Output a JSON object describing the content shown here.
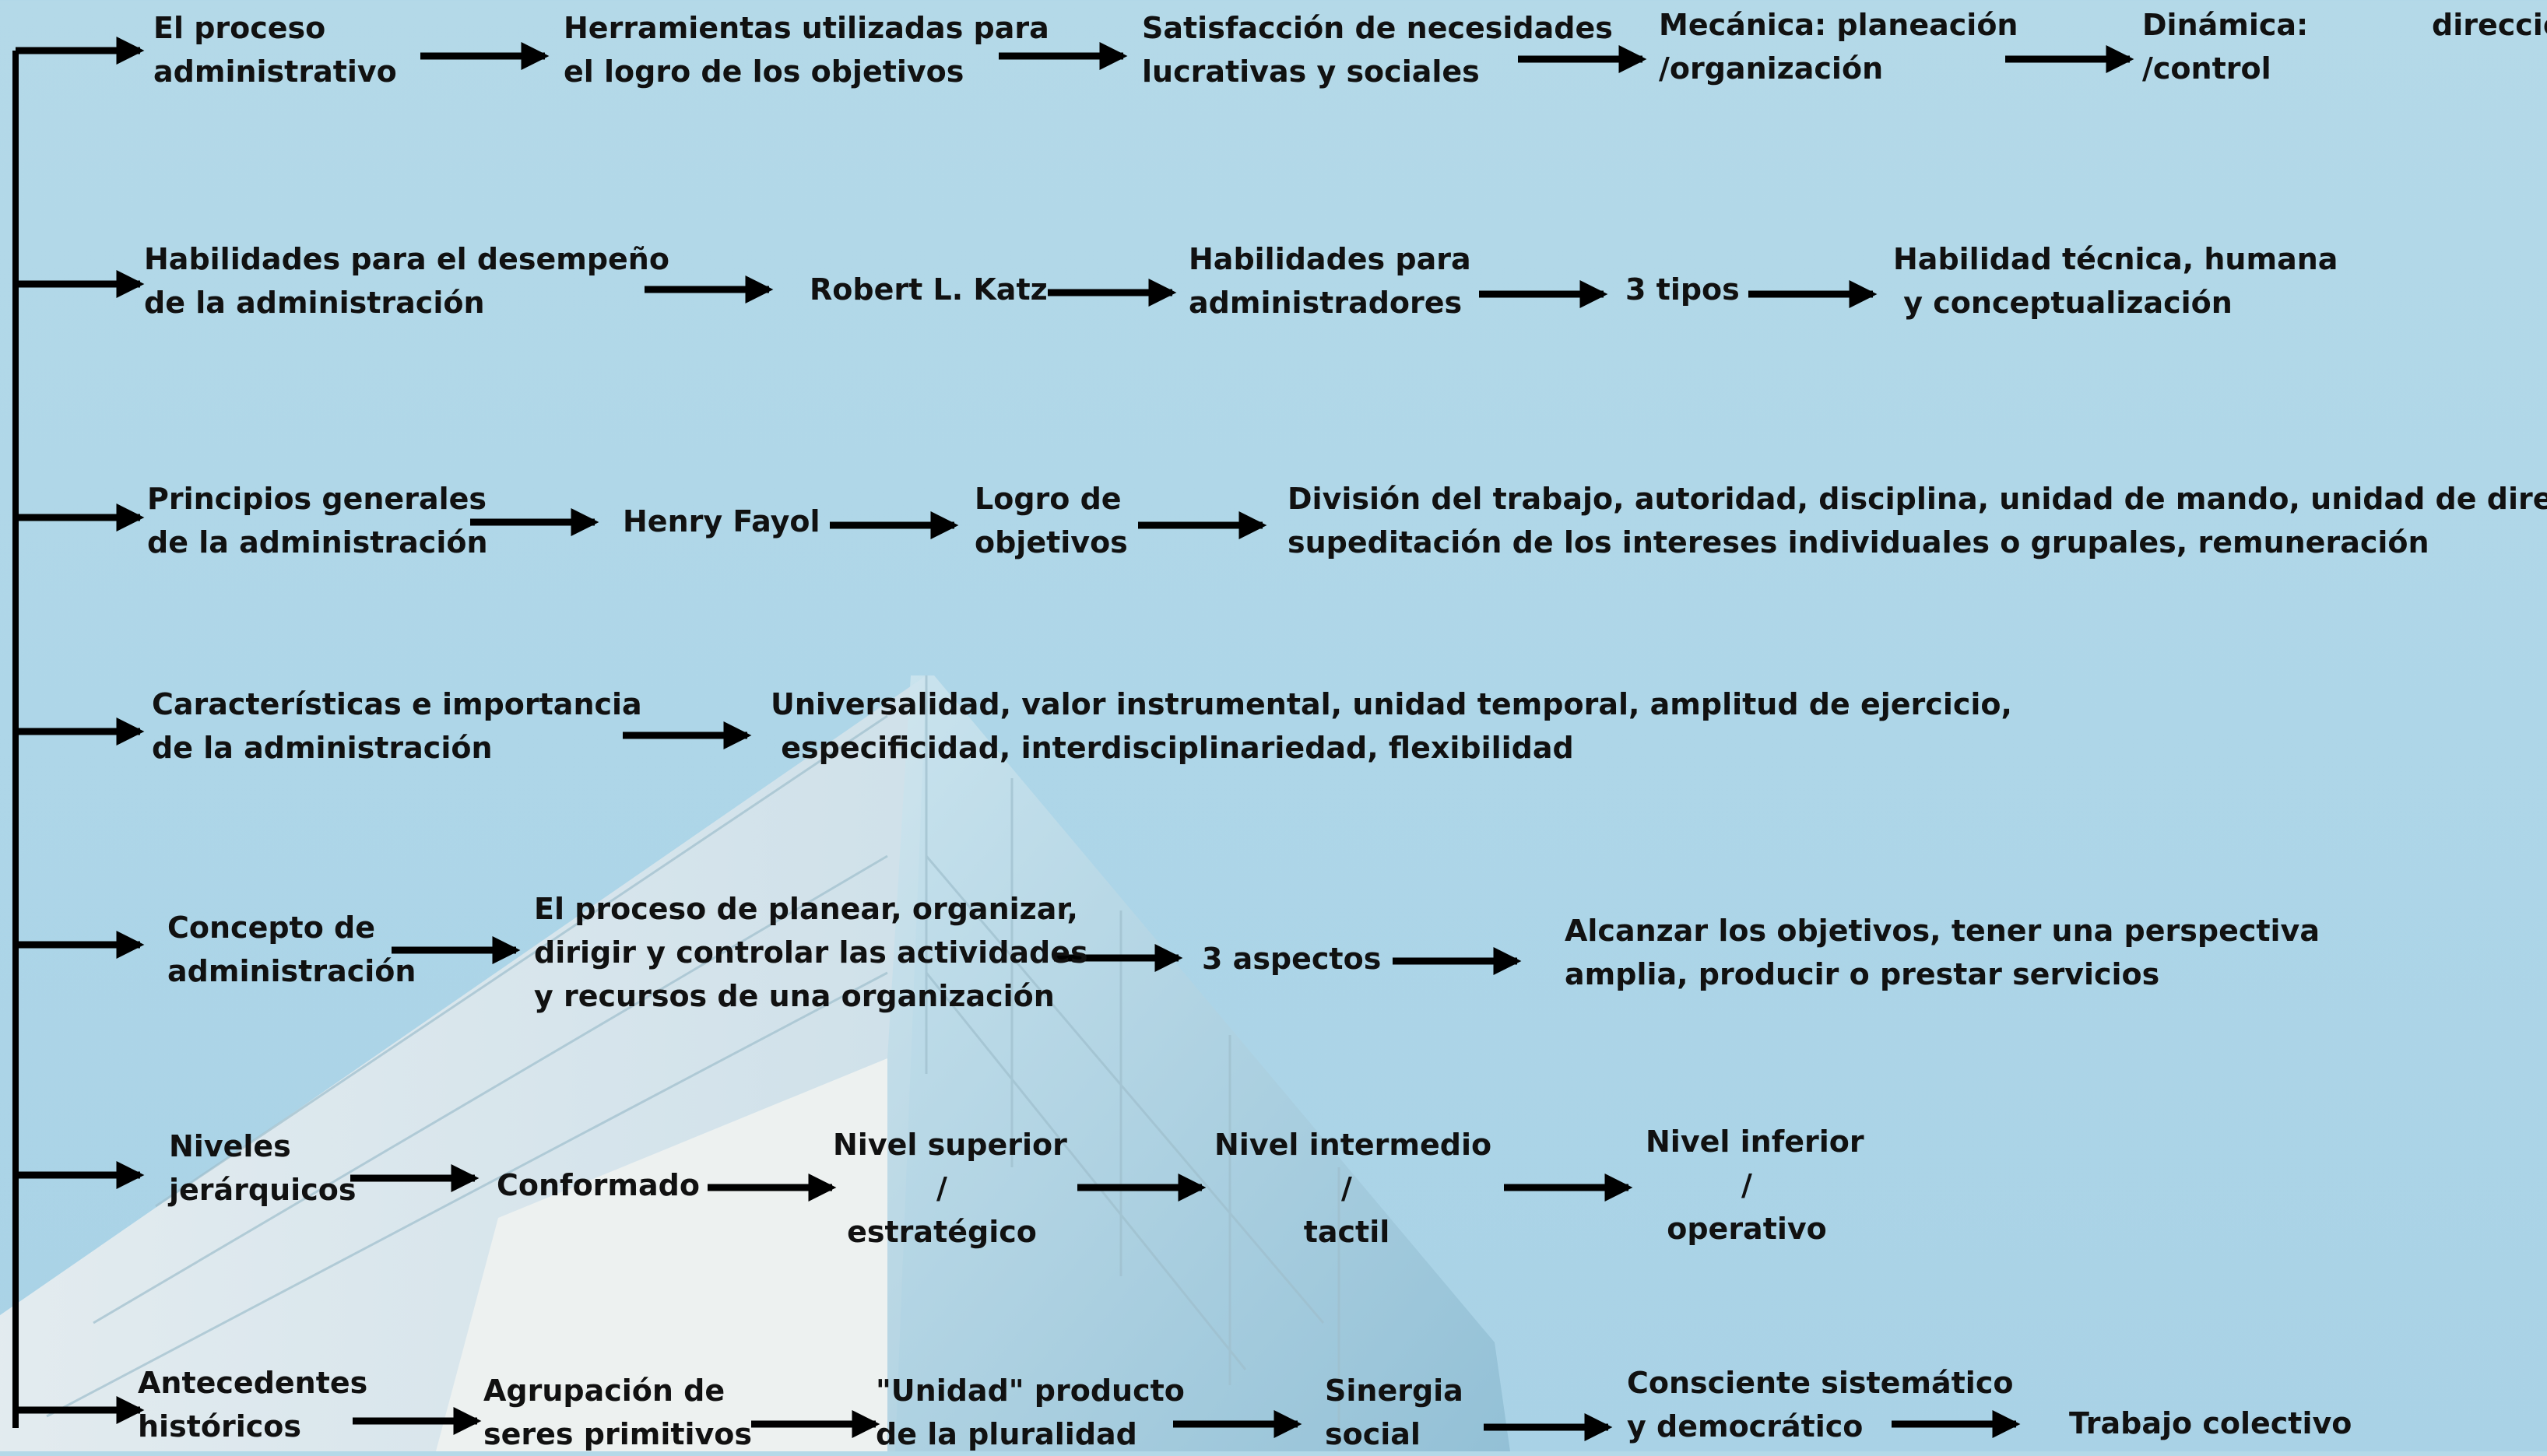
{
  "colors": {
    "sky_top": "#b4d9e8",
    "sky_bottom": "#a9d2e6",
    "arrow": "#000000",
    "text": "#111111"
  },
  "rows": [
    {
      "id": "proceso",
      "nodes": [
        {
          "lines": [
            "El proceso",
            "administrativo"
          ]
        },
        {
          "lines": [
            "Herramientas utilizadas para",
            "el logro de los objetivos"
          ]
        },
        {
          "lines": [
            "Satisfacción de necesidades",
            "lucrativas y sociales"
          ]
        },
        {
          "lines": [
            "Mecánica: planeación",
            "/organización"
          ]
        },
        {
          "lines": [
            "Dinámica:            dirección",
            "/control"
          ]
        }
      ]
    },
    {
      "id": "habilidades",
      "nodes": [
        {
          "lines": [
            "Habilidades para el desempeño",
            "de la administración"
          ]
        },
        {
          "lines": [
            "Robert L. Katz"
          ]
        },
        {
          "lines": [
            "Habilidades para",
            "administradores"
          ]
        },
        {
          "lines": [
            "3 tipos"
          ]
        },
        {
          "lines": [
            "Habilidad técnica, humana",
            " y conceptualización"
          ]
        }
      ]
    },
    {
      "id": "principios",
      "nodes": [
        {
          "lines": [
            "Principios generales",
            "de la administración"
          ]
        },
        {
          "lines": [
            "Henry Fayol"
          ]
        },
        {
          "lines": [
            "Logro de",
            "objetivos"
          ]
        },
        {
          "lines": [
            "División del trabajo, autoridad, disciplina, unidad de mando, unidad de dirección.",
            "supeditación de los intereses individuales o grupales, remuneración"
          ]
        }
      ]
    },
    {
      "id": "caracteristicas",
      "nodes": [
        {
          "lines": [
            "Características e importancia",
            "de la administración"
          ]
        },
        {
          "lines": [
            "Universalidad, valor instrumental, unidad temporal, amplitud de ejercicio,",
            " especificidad, interdisciplinariedad, flexibilidad"
          ]
        }
      ]
    },
    {
      "id": "concepto",
      "nodes": [
        {
          "lines": [
            "Concepto de",
            "administración"
          ]
        },
        {
          "lines": [
            "El proceso de planear, organizar,",
            "dirigir y controlar las actividades",
            "y recursos de una organización"
          ]
        },
        {
          "lines": [
            "3 aspectos"
          ]
        },
        {
          "lines": [
            "Alcanzar los objetivos, tener una perspectiva",
            "amplia, producir o prestar servicios"
          ]
        }
      ]
    },
    {
      "id": "niveles",
      "nodes": [
        {
          "lines": [
            "Niveles",
            "jerárquicos"
          ]
        },
        {
          "lines": [
            "Conformado"
          ]
        },
        {
          "lines": [
            "Nivel superior",
            "/",
            "estratégico"
          ]
        },
        {
          "lines": [
            "Nivel intermedio",
            "/",
            "tactil"
          ]
        },
        {
          "lines": [
            "Nivel inferior",
            "/",
            "operativo"
          ]
        }
      ]
    },
    {
      "id": "antecedentes",
      "nodes": [
        {
          "lines": [
            "Antecedentes",
            "históricos"
          ]
        },
        {
          "lines": [
            "Agrupación de",
            "seres primitivos"
          ]
        },
        {
          "lines": [
            "\"Unidad\" producto",
            "de la pluralidad"
          ]
        },
        {
          "lines": [
            "Sinergia",
            "social"
          ]
        },
        {
          "lines": [
            "Consciente sistemático",
            "y democrático"
          ]
        },
        {
          "lines": [
            "Trabajo colectivo"
          ]
        }
      ]
    }
  ]
}
